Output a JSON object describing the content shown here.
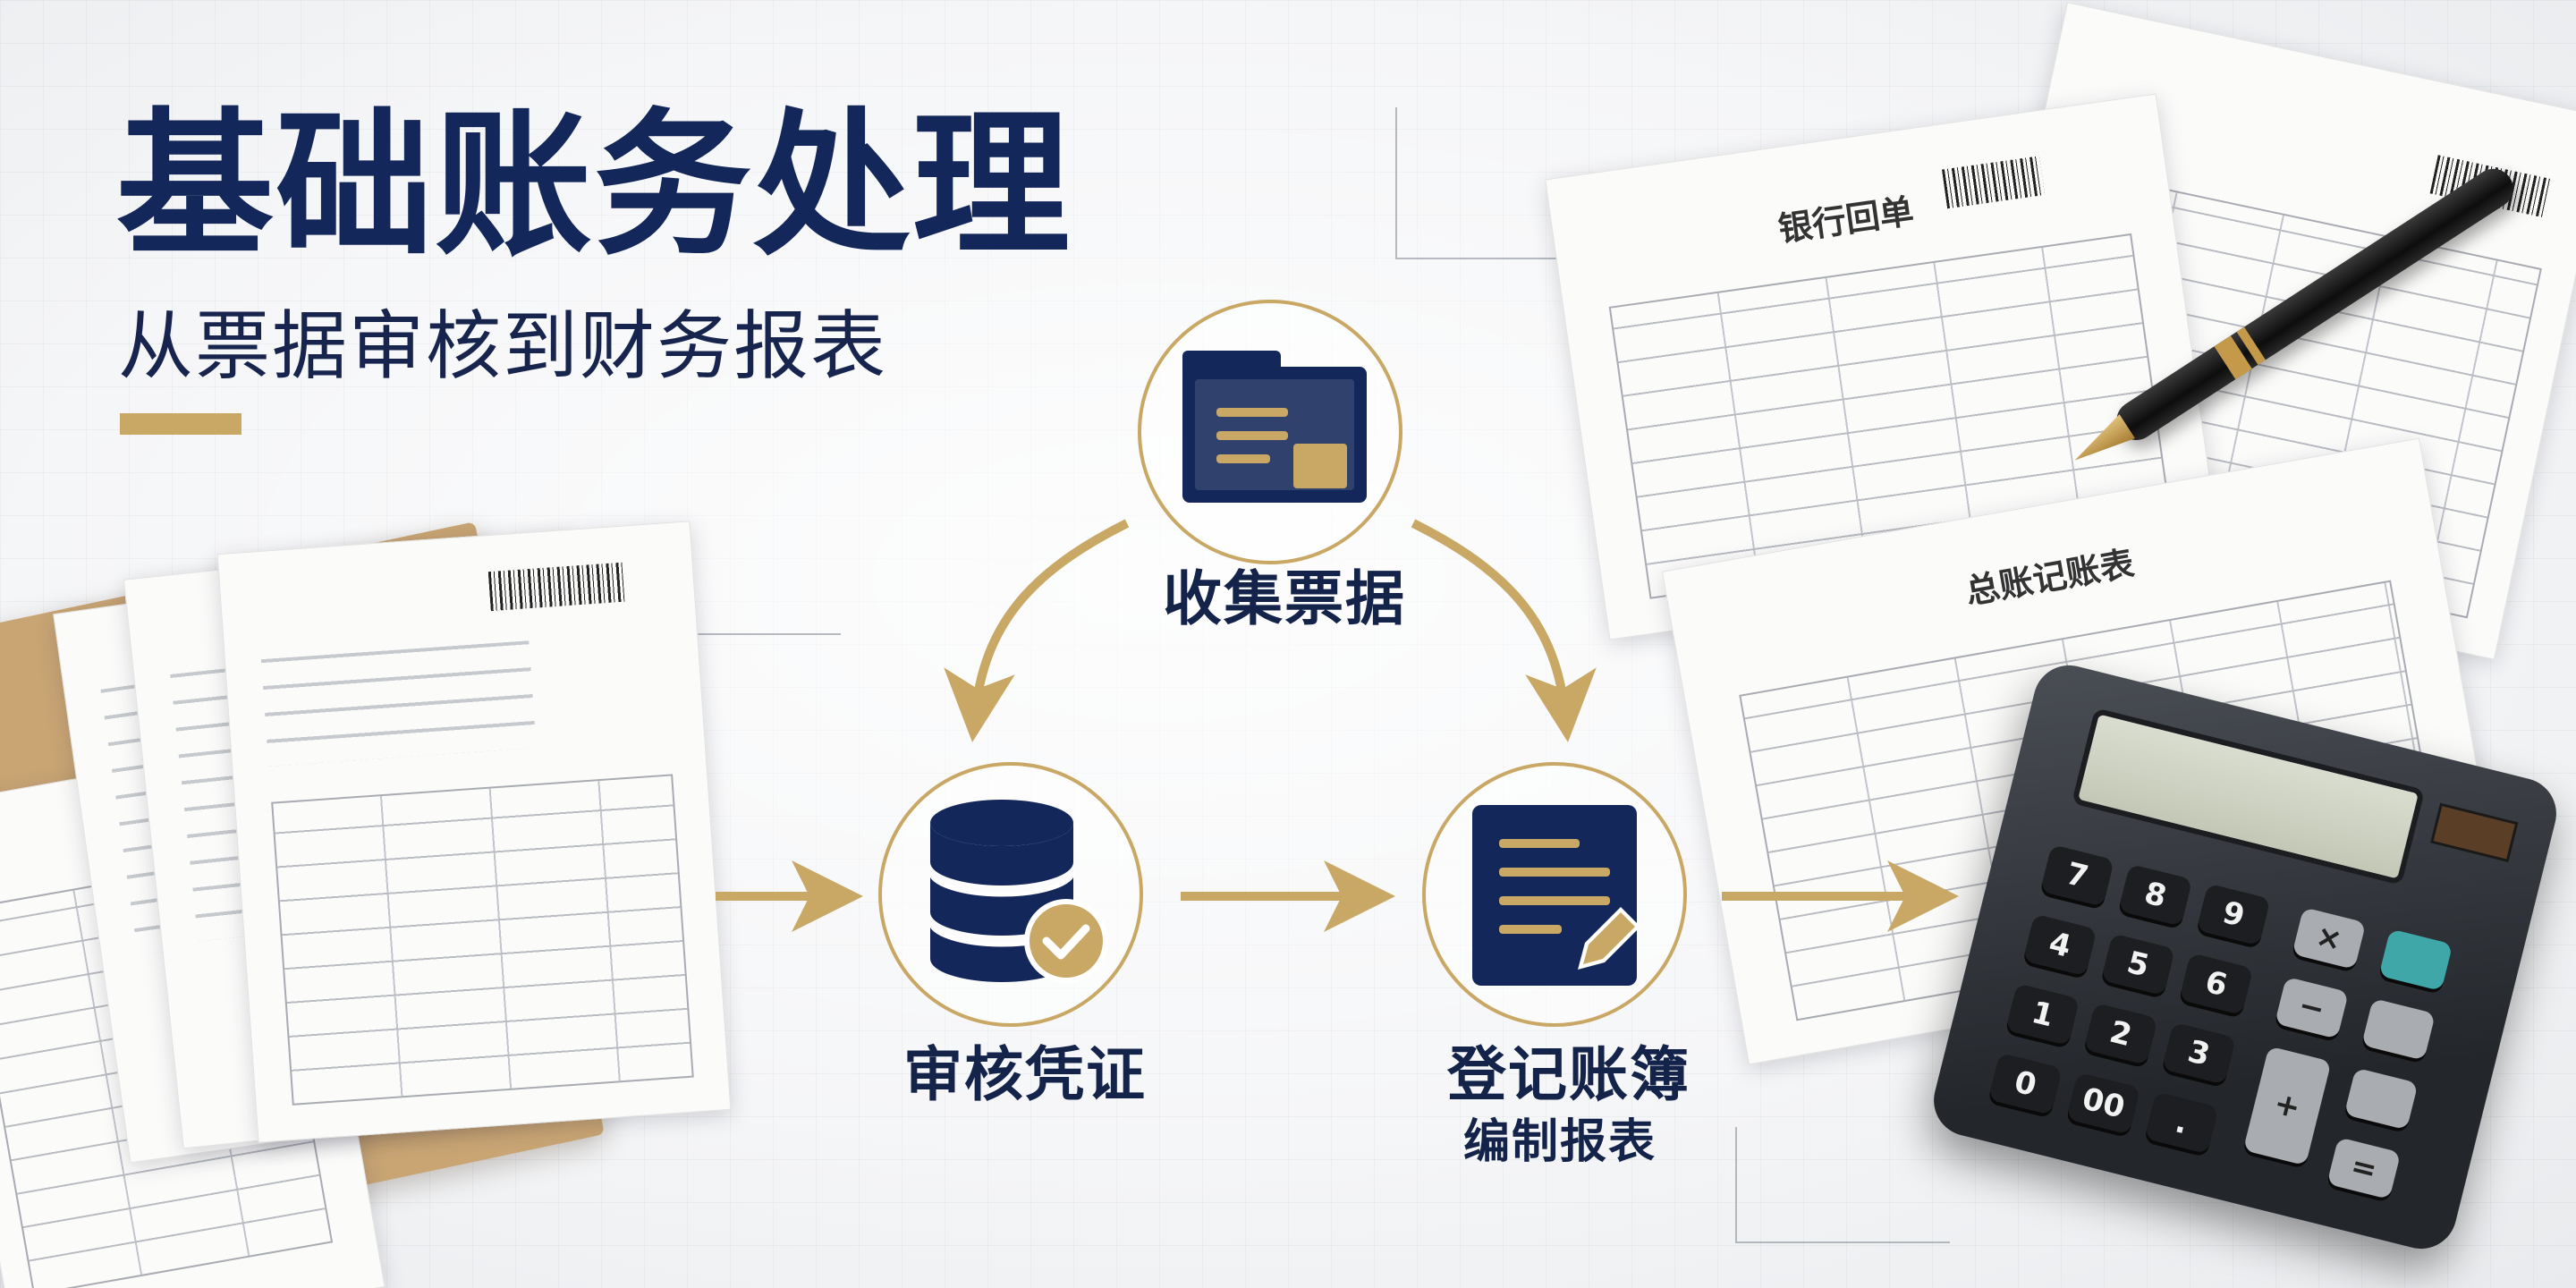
{
  "headline": {
    "title": "基础账务处理",
    "subtitle": "从票据审核到财务报表"
  },
  "flow": {
    "step1": "收集票据",
    "step2": "审核凭证",
    "step3_line1": "登记账簿",
    "step3_line2": "编制报表"
  },
  "documents": {
    "bank_slip": "银行回单",
    "ledger": "总账记账表"
  },
  "calculator": {
    "keys": [
      "7",
      "8",
      "9",
      "4",
      "5",
      "6",
      "1",
      "2",
      "3",
      "0",
      "00",
      ".",
      "+",
      "−",
      "×",
      "="
    ]
  },
  "colors": {
    "navy": "#14275a",
    "gold": "#c9a765",
    "background": "#f3f4f6"
  },
  "icons": {
    "step1": "folder-document-icon",
    "step2": "database-check-icon",
    "step3": "document-edit-icon"
  }
}
